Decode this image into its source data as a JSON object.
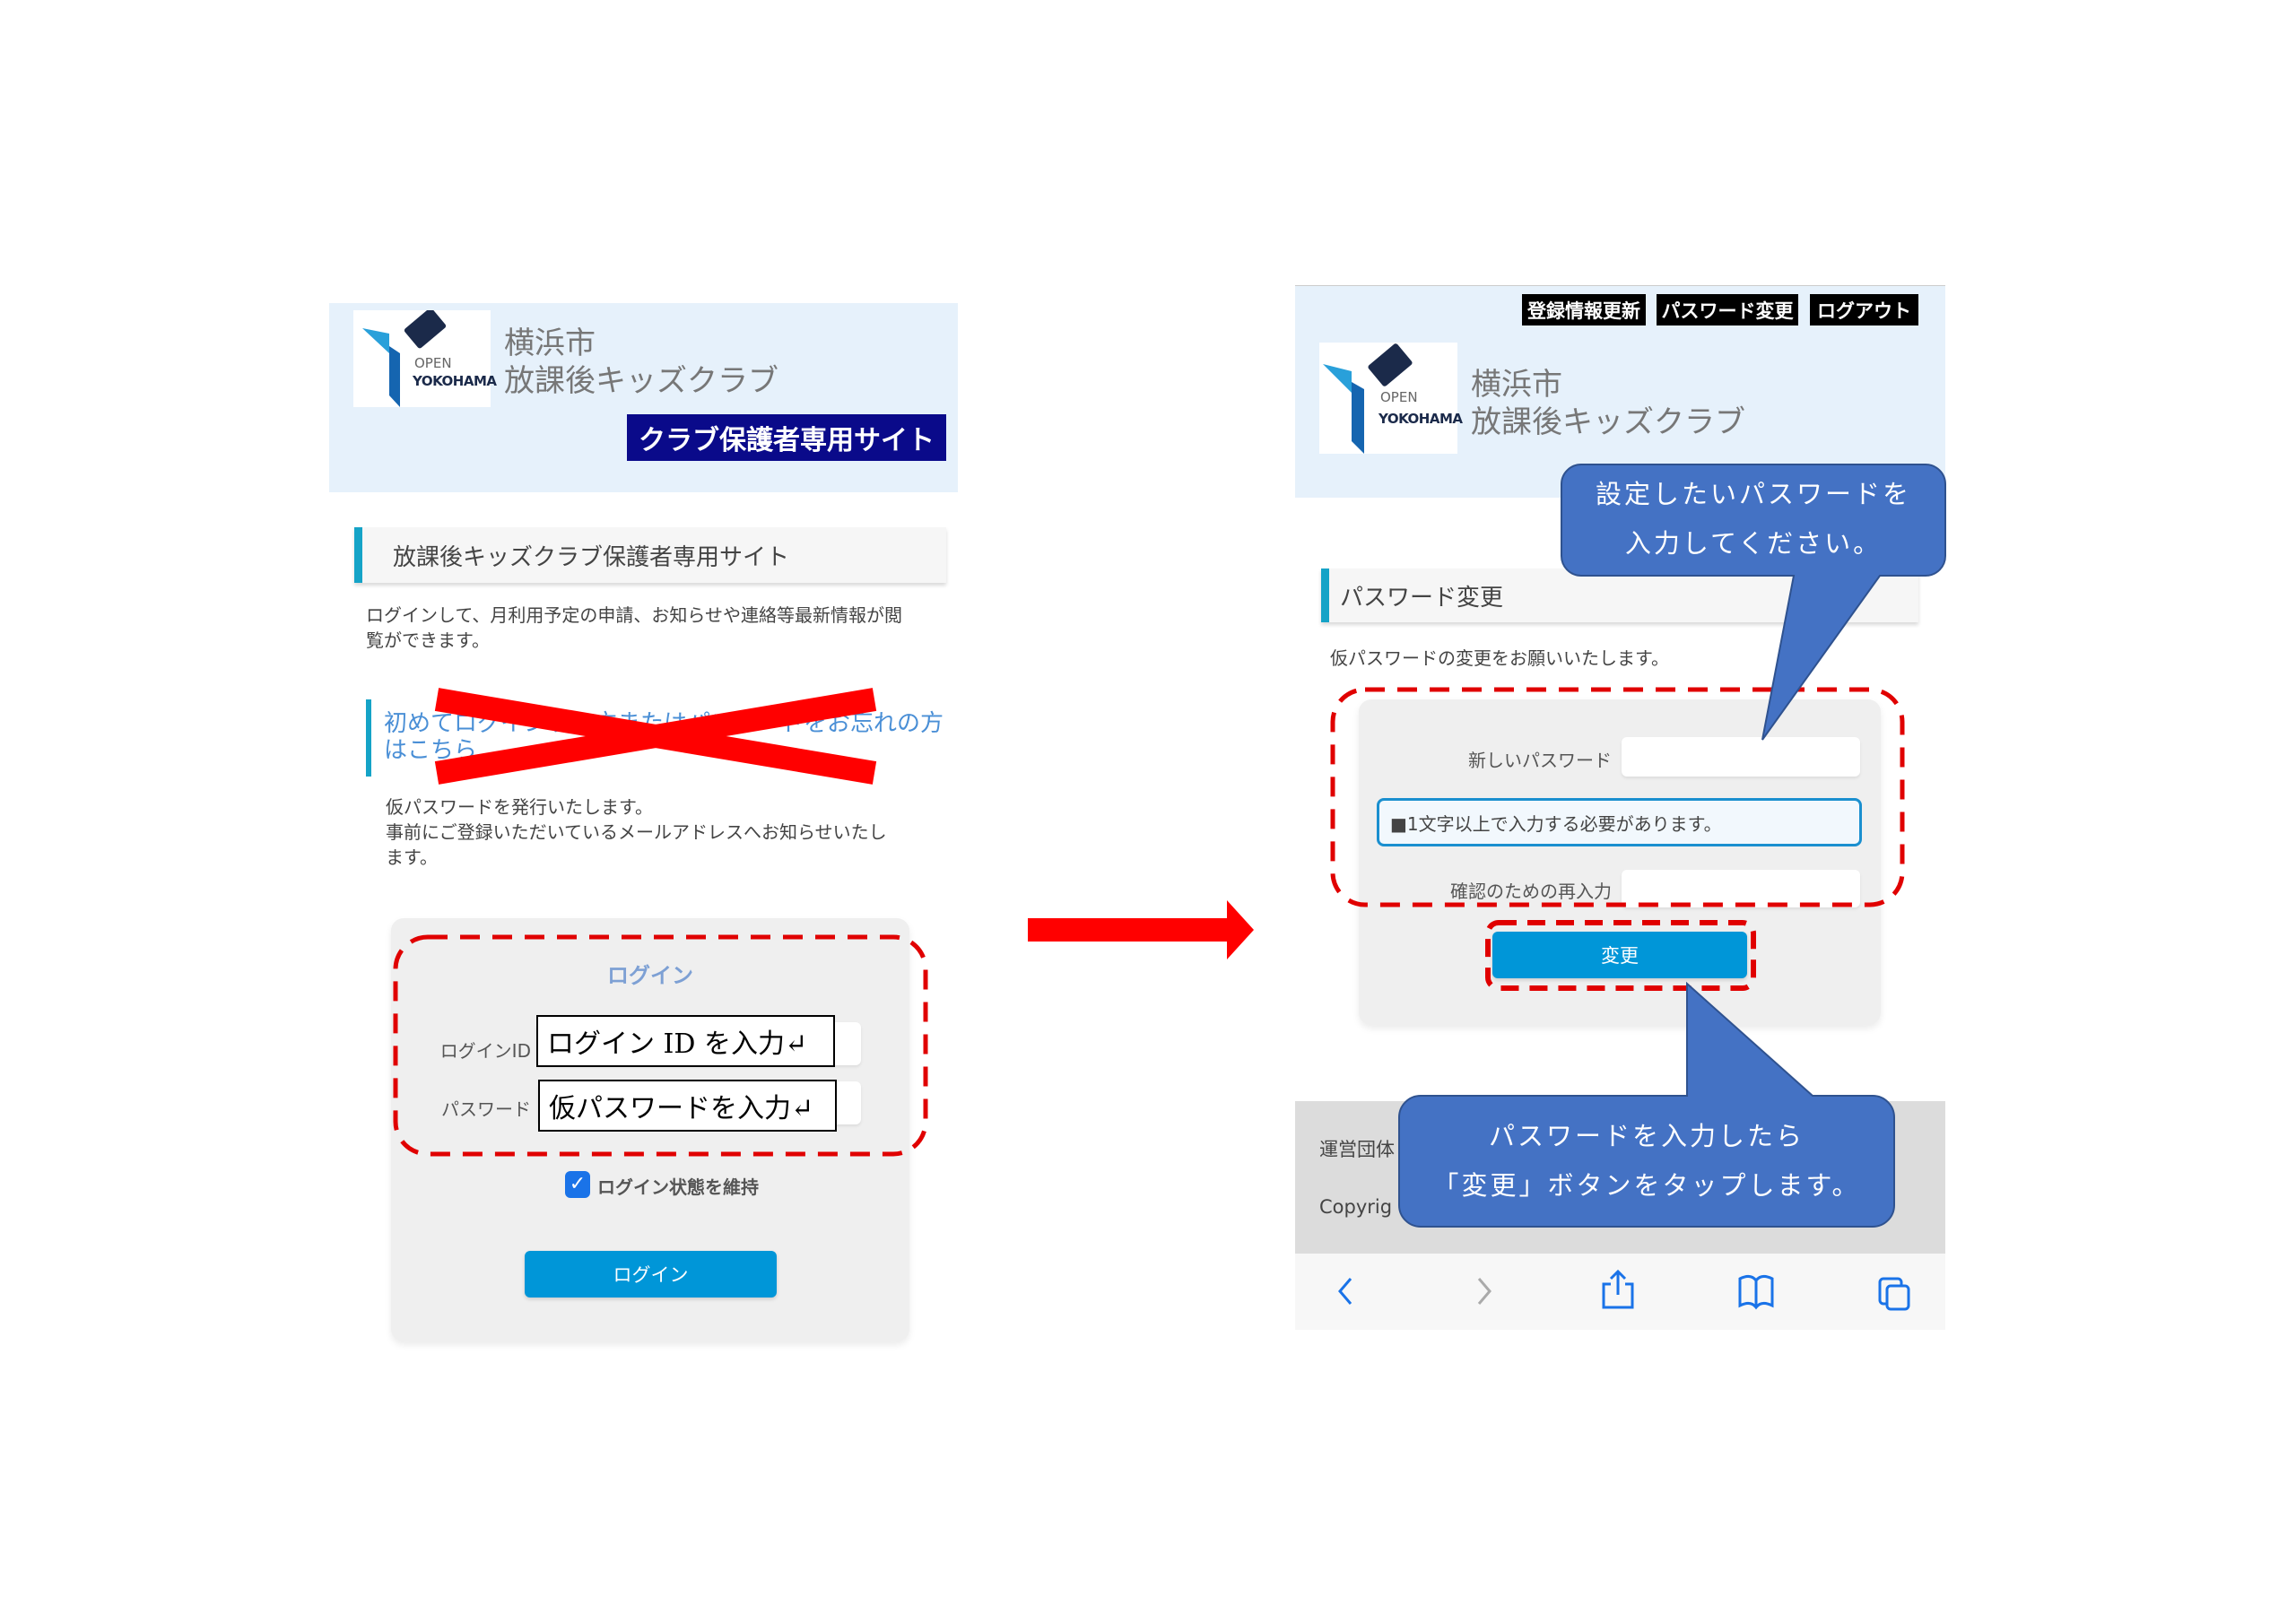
{
  "left": {
    "logo": {
      "open": "OPEN",
      "city": "YOKOHAMA"
    },
    "title_line1": "横浜市",
    "title_line2": "放課後キッズクラブ",
    "badge": "クラブ保護者専用サイト",
    "section_heading": "放課後キッズクラブ保護者専用サイト",
    "intro_line1": "ログインして、月利用予定の申請、お知らせや連絡等最新情報が閲",
    "intro_line2": "覧ができます。",
    "first_login_link_line1": "初めてログインする方またはパスワードをお忘れの方",
    "first_login_link_line2": "はこちら",
    "temp_pw_line1": "仮パスワードを発行いたします。",
    "temp_pw_line2": "事前にご登録いただいているメールアドレスへお知らせいたし",
    "temp_pw_line3": "ます。",
    "login": {
      "title": "ログイン",
      "id_label": "ログインID",
      "id_note": "ログイン ID を入力↵",
      "pw_label": "パスワード",
      "pw_note": "仮パスワードを入力↵",
      "keep_login": "ログイン状態を維持",
      "keep_login_checked": true,
      "button": "ログイン"
    }
  },
  "right": {
    "nav": [
      "登録情報更新",
      "パスワード変更",
      "ログアウト"
    ],
    "logo": {
      "open": "OPEN",
      "city": "YOKOHAMA"
    },
    "title_line1": "横浜市",
    "title_line2": "放課後キッズクラブ",
    "section_heading": "パスワード変更",
    "intro": "仮パスワードの変更をお願いいたします。",
    "new_pw_label": "新しいパスワード",
    "hint": "■1文字以上で入力する必要があります。",
    "confirm_label": "確認のための再入力",
    "button": "変更",
    "footer_org": "運営団体",
    "footer_copy": "Copyrig",
    "callout1_line1": "設定したいパスワードを",
    "callout1_line2": "入力してください。",
    "callout2_line1": "パスワードを入力したら",
    "callout2_line2": "「変更」ボタンをタップします。"
  },
  "colors": {
    "accent": "#0096d8",
    "annotation_red": "#e00000",
    "callout": "#4472c4",
    "badge": "#0a0a8a"
  }
}
